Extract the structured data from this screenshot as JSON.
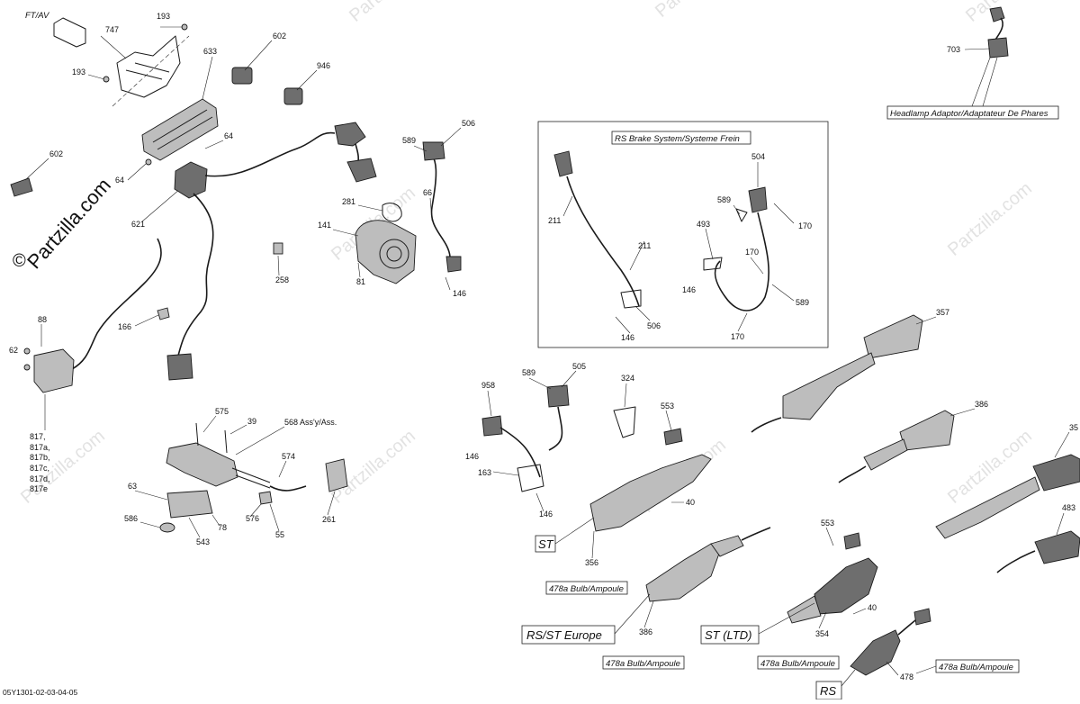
{
  "watermark": {
    "text": "Partzilla.com",
    "copyright": "©"
  },
  "diagram_code": "05Y1301-02-03-04-05",
  "headings": {
    "ftav": "FT/AV"
  },
  "boxes": {
    "rs_brake": "RS Brake System/Systeme Frein",
    "headlamp": "Headlamp Adaptor/Adaptateur De Phares",
    "bulb": "478a Bulb/Ampoule"
  },
  "variants": {
    "st": "ST",
    "rs_st_europe": "RS/ST Europe",
    "st_ltd": "ST (LTD)",
    "rs": "RS"
  },
  "parts": {
    "p193": "193",
    "p747": "747",
    "p602": "602",
    "p946": "946",
    "p633": "633",
    "p64": "64",
    "p621": "621",
    "p88": "88",
    "p62": "62",
    "p166": "166",
    "p817": "817,",
    "p817a": "817a,",
    "p817b": "817b,",
    "p817c": "817c,",
    "p817d": "817d,",
    "p817e": "817e",
    "p589": "589",
    "p506": "506",
    "p281": "281",
    "p66": "66",
    "p141": "141",
    "p258": "258",
    "p81": "81",
    "p146": "146",
    "p211": "211",
    "p504": "504",
    "p493": "493",
    "p170": "170",
    "p703": "703",
    "p575": "575",
    "p39": "39",
    "p568": "568 Ass'y/Ass.",
    "p574": "574",
    "p63": "63",
    "p586": "586",
    "p543": "543",
    "p78": "78",
    "p576": "576",
    "p55": "55",
    "p261": "261",
    "p958": "958",
    "p505": "505",
    "p324": "324",
    "p553": "553",
    "p163": "163",
    "p40": "40",
    "p356": "356",
    "p357": "357",
    "p386": "386",
    "p354": "354",
    "p35": "35",
    "p483": "483",
    "p478": "478"
  }
}
